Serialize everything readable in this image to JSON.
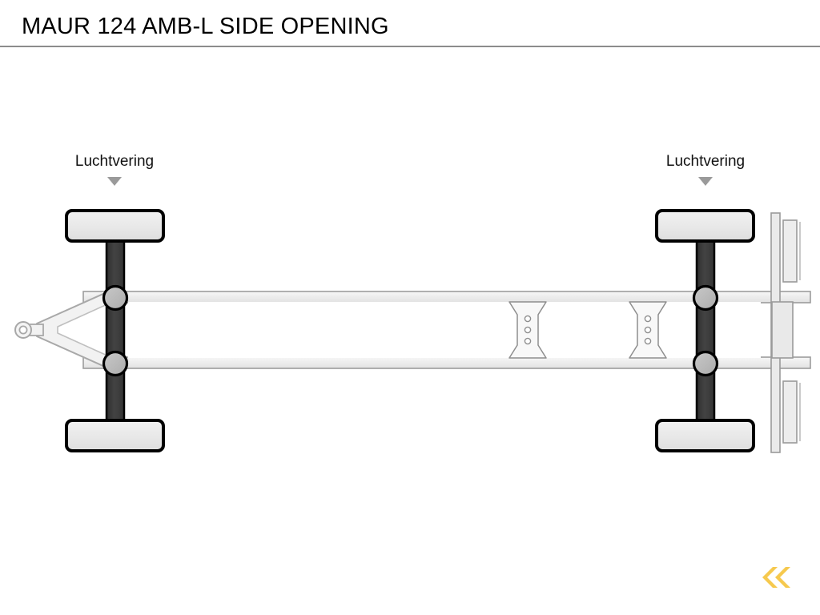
{
  "header": {
    "title": "MAUR 124 AMB-L SIDE OPENING"
  },
  "diagram": {
    "type": "trailer-chassis-top-view",
    "background_color": "#FFFFFF",
    "callouts": [
      {
        "id": "front-axle-suspension",
        "label": "Luchtvering",
        "marker": "down-triangle",
        "marker_color": "#9A9A9A",
        "points_at": "front-axle"
      },
      {
        "id": "rear-axle-suspension",
        "label": "Luchtvering",
        "marker": "down-triangle",
        "marker_color": "#9A9A9A",
        "points_at": "rear-axle"
      }
    ],
    "components": [
      {
        "name": "drawbar-a-frame",
        "description": "triangular tow drawbar"
      },
      {
        "name": "coupling-eye",
        "description": "ring hitch eye"
      },
      {
        "name": "front-axle-beam",
        "description": "dark vertical axle"
      },
      {
        "name": "rear-axle-beam",
        "description": "dark vertical axle"
      },
      {
        "name": "chassis-rail-upper",
        "description": "longitudinal frame rail"
      },
      {
        "name": "chassis-rail-lower",
        "description": "longitudinal frame rail"
      },
      {
        "name": "cross-member-plate",
        "count": 2,
        "holes_per_plate": 3
      },
      {
        "name": "wheel",
        "count": 4
      },
      {
        "name": "hub",
        "count": 4
      },
      {
        "name": "rear-frame-beam",
        "description": "rear vertical structure"
      },
      {
        "name": "rear-bumper-bar",
        "count": 2
      }
    ],
    "colors": {
      "tire_fill": "#E9E9E9",
      "tire_stroke": "#000000",
      "axle_fill": "#3C3C3C",
      "axle_stroke": "#000000",
      "hub_fill": "#BABABA",
      "hub_stroke": "#000000",
      "rail_fill": "#EFEFEF",
      "rail_stroke": "#9C9C9C",
      "plate_fill": "#F6F6F6",
      "plate_stroke": "#8E8E8E",
      "frame_fill": "#E6E6E6",
      "frame_stroke": "#9A9A9A"
    }
  },
  "footer": {
    "chevron_icon": "double-chevron-left",
    "chevron_color": "#F6C94E"
  }
}
